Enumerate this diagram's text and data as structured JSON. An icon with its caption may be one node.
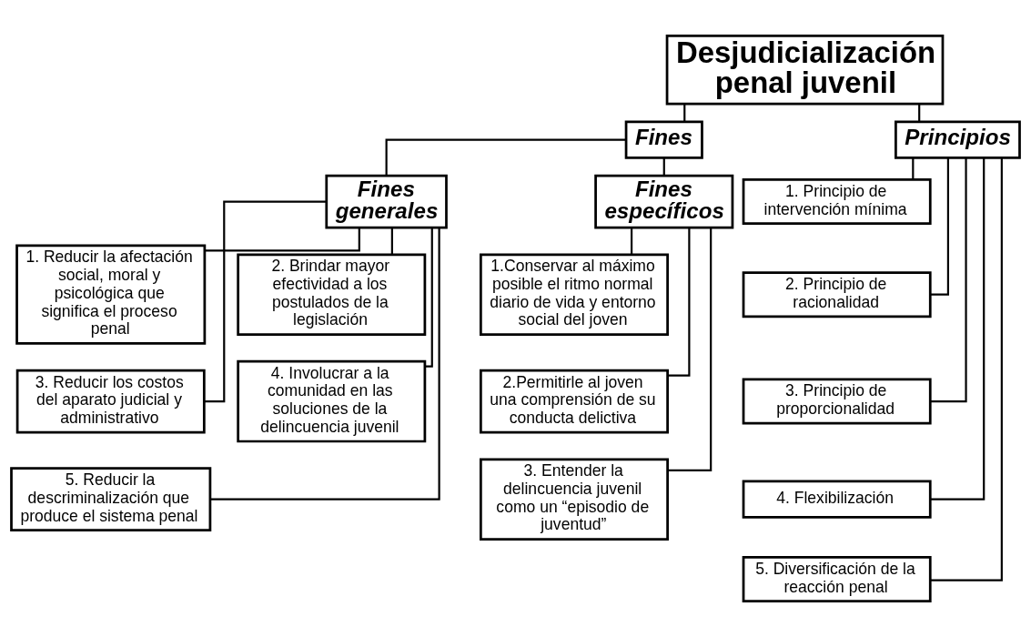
{
  "diagram": {
    "nodes": [
      {
        "text": [
          "Desjudicialización penal juvenil"
        ]
      },
      {
        "text": [
          "Fines"
        ]
      },
      {
        "text": [
          "Principios"
        ]
      },
      {
        "text": [
          "Fines generales"
        ]
      },
      {
        "text": [
          "Fines específicos"
        ]
      },
      {
        "text": [
          "1. Reducir la afectación social, moral y psicológica que significa el proceso penal"
        ]
      },
      {
        "text": [
          "2. Brindar mayor efectividad a los postulados de la legislación"
        ]
      },
      {
        "text": [
          "3. Reducir los costos del aparato judicial y administrativo"
        ]
      },
      {
        "text": [
          "4. Involucrar a la comunidad en las soluciones de la delincuencia juvenil"
        ]
      },
      {
        "text": [
          "5. Reducir la descriminalización que produce el sistema penal"
        ]
      },
      {
        "text": [
          "1.Conservar al máximo posible el ritmo normal diario de vida y entorno social del joven"
        ]
      },
      {
        "text": [
          "2.Permitirle al joven una comprensión de su conducta delictiva"
        ]
      },
      {
        "text": [
          "3. Entender la delincuencia juvenil como un “episodio de juventud”"
        ]
      },
      {
        "text": [
          "1. Principio de intervención mínima"
        ]
      },
      {
        "text": [
          "2. Principio de racionalidad"
        ]
      },
      {
        "text": [
          "3. Principio de proporcionalidad"
        ]
      },
      {
        "text": [
          "4. Flexibilización"
        ]
      },
      {
        "text": [
          "5. Diversificación de la reacción penal"
        ]
      }
    ],
    "edges": [
      {
        "from": 0,
        "to": 1,
        "arrow": "none"
      },
      {
        "from": 0,
        "to": 2,
        "arrow": "none"
      },
      {
        "from": 1,
        "to": 3,
        "arrow": "none"
      },
      {
        "from": 1,
        "to": 4,
        "arrow": "none"
      },
      {
        "from": 3,
        "to": 5,
        "arrow": "none"
      },
      {
        "from": 3,
        "to": 6,
        "arrow": "none"
      },
      {
        "from": 3,
        "to": 7,
        "arrow": "none"
      },
      {
        "from": 3,
        "to": 8,
        "arrow": "none"
      },
      {
        "from": 3,
        "to": 9,
        "arrow": "none"
      },
      {
        "from": 4,
        "to": 10,
        "arrow": "none"
      },
      {
        "from": 4,
        "to": 11,
        "arrow": "none"
      },
      {
        "from": 4,
        "to": 12,
        "arrow": "none"
      },
      {
        "from": 2,
        "to": 13,
        "arrow": "none"
      },
      {
        "from": 2,
        "to": 14,
        "arrow": "none"
      },
      {
        "from": 2,
        "to": 15,
        "arrow": "none"
      },
      {
        "from": 2,
        "to": 16,
        "arrow": "none"
      },
      {
        "from": 2,
        "to": 17,
        "arrow": "none"
      }
    ]
  }
}
